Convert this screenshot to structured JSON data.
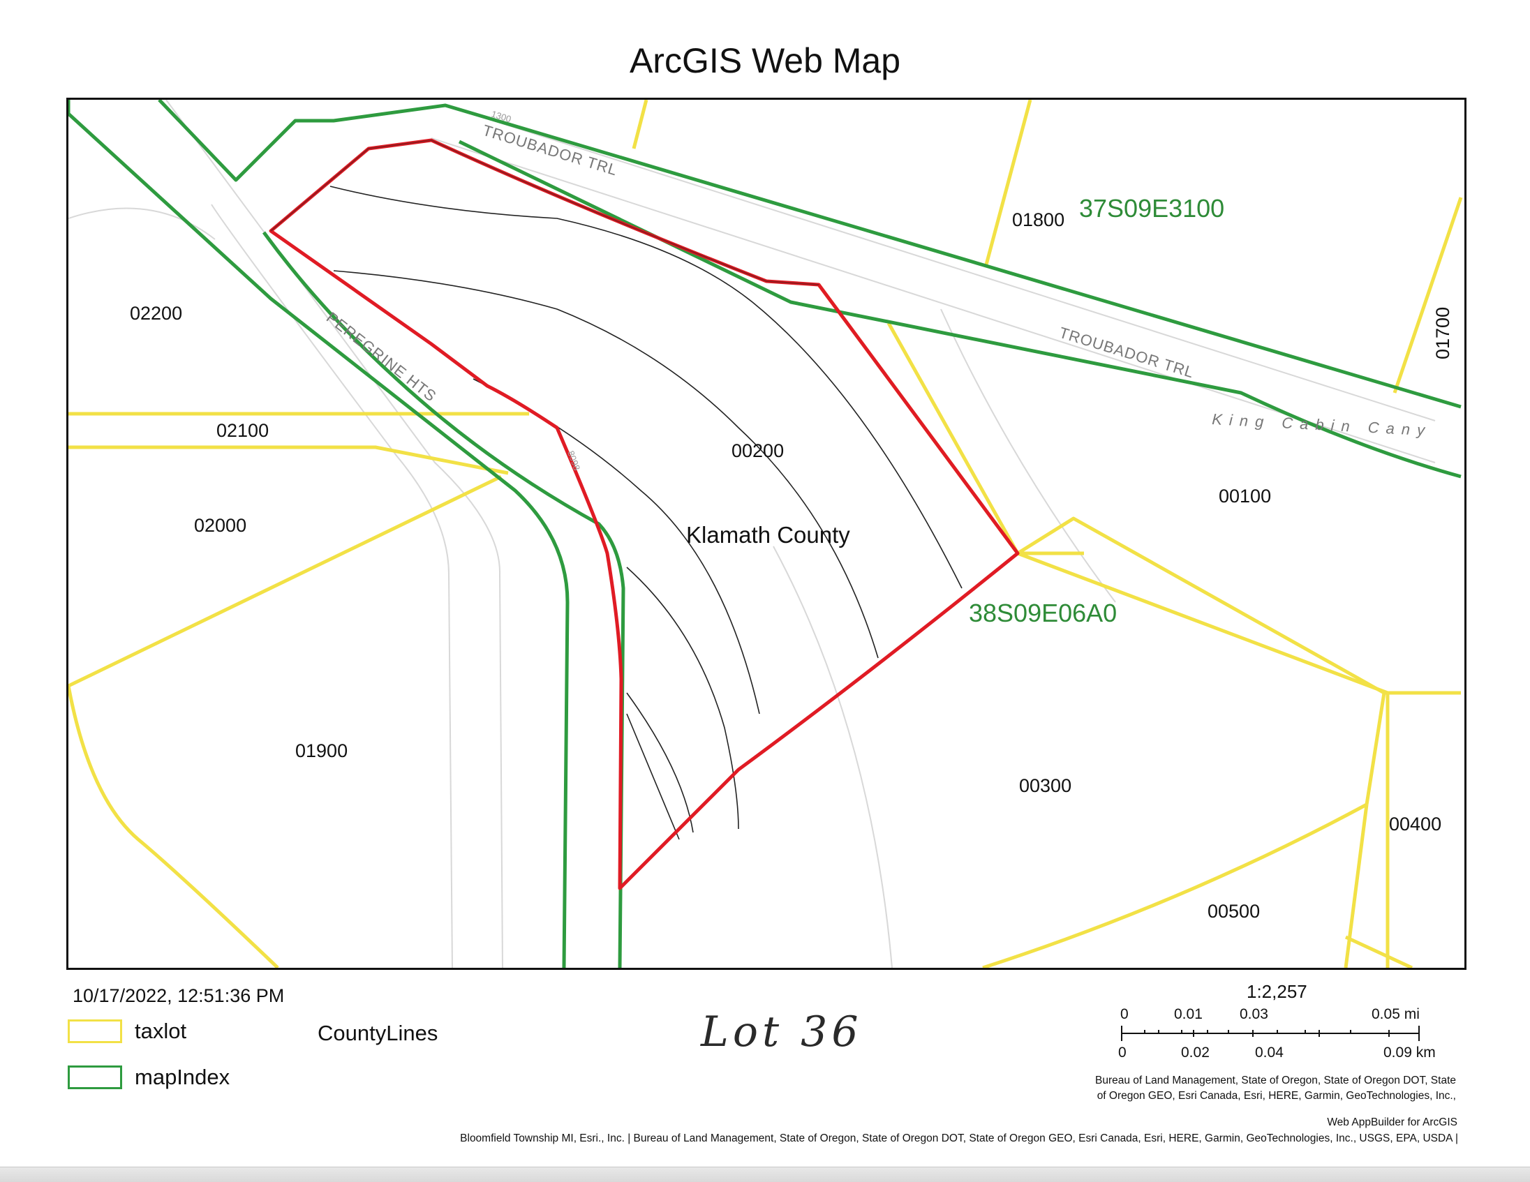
{
  "title": "ArcGIS Web Map",
  "map": {
    "parcel_labels": [
      "02200",
      "02100",
      "02000",
      "01900",
      "01800",
      "01700",
      "00200",
      "00100",
      "00300",
      "00400",
      "00500"
    ],
    "map_index_labels": [
      "37S09E3100",
      "38S09E06A0"
    ],
    "county_label": "Klamath County",
    "road_labels": [
      "TROUBADOR TRL",
      "TROUBADOR TRL",
      "PEREGRINE HTS",
      "King Cabin Cany"
    ],
    "road_numbers": [
      "1300",
      "8098"
    ]
  },
  "footer": {
    "timestamp": "10/17/2022, 12:51:36 PM",
    "legend": [
      {
        "label": "taxlot",
        "color": "#f2e146"
      },
      {
        "label": "mapIndex",
        "color": "#2e9b3f"
      }
    ],
    "county_lines_label": "CountyLines",
    "handwritten_note": "Lot 36",
    "scale": {
      "ratio": "1:2,257",
      "mi_ticks": [
        "0",
        "0.01",
        "0.03",
        "0.05 mi"
      ],
      "km_ticks": [
        "0",
        "0.02",
        "0.04",
        "0.09 km"
      ]
    },
    "attribution_block": [
      "Bureau of Land Management, State of Oregon, State of Oregon DOT, State",
      "of Oregon GEO, Esri Canada, Esri, HERE, Garmin, GeoTechnologies, Inc.,"
    ],
    "web_appbuilder": "Web AppBuilder for ArcGIS",
    "attribution_line": "Bloomfield Township MI, Esri., Inc. | Bureau of Land Management, State of Oregon, State of Oregon DOT, State of Oregon GEO, Esri Canada, Esri, HERE, Garmin, GeoTechnologies, Inc., USGS, EPA, USDA |"
  },
  "colors": {
    "taxlot": "#f2e146",
    "mapIndex": "#2e9b3f",
    "subject_parcel": "#e01b24",
    "map_index_text": "#2e8b37"
  }
}
